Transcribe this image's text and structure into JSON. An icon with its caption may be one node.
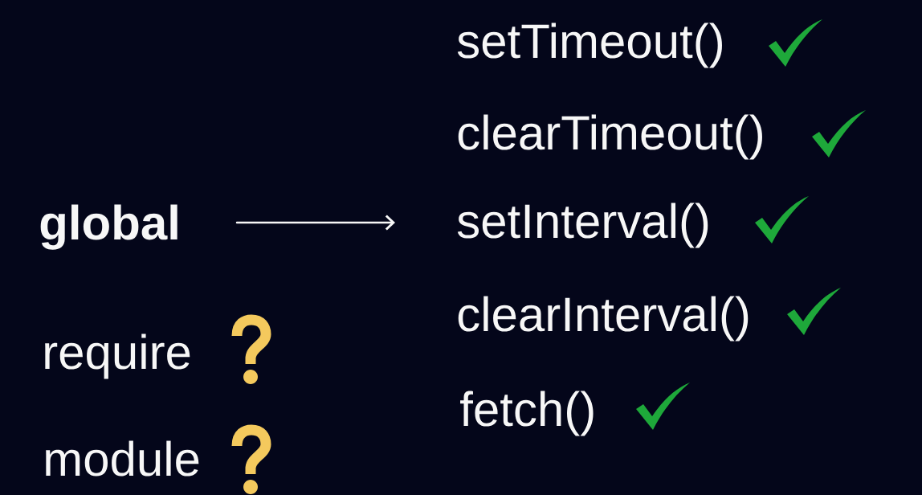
{
  "diagram": {
    "nodes": [
      {
        "text": [
          "global"
        ]
      },
      {
        "text": [
          "setTimeout()"
        ]
      },
      {
        "text": [
          "clearTimeout()"
        ]
      },
      {
        "text": [
          "setInterval()"
        ]
      },
      {
        "text": [
          "clearInterval()"
        ]
      },
      {
        "text": [
          "fetch()"
        ]
      }
    ],
    "edges": [
      {
        "from": 0,
        "to": 3,
        "arrow": "to"
      }
    ],
    "labels": [
      "require",
      "module"
    ]
  }
}
